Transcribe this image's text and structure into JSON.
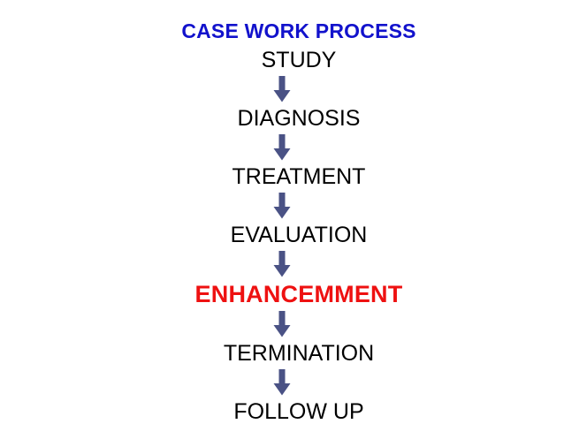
{
  "slide": {
    "title": "CASE WORK PROCESS",
    "background_color": "#ffffff",
    "title_color": "#1212cc",
    "text_color": "#000000",
    "highlight_color": "#ee1111",
    "arrow_color": "#4a5285"
  },
  "flow": {
    "arrow_icon_name": "down-arrow-icon",
    "steps": [
      {
        "label": "STUDY",
        "style": "normal"
      },
      {
        "label": "DIAGNOSIS",
        "style": "normal"
      },
      {
        "label": "TREATMENT",
        "style": "normal"
      },
      {
        "label": "EVALUATION",
        "style": "normal"
      },
      {
        "label": "ENHANCEMMENT",
        "style": "highlight"
      },
      {
        "label": "TERMINATION",
        "style": "normal"
      },
      {
        "label": "FOLLOW UP",
        "style": "normal"
      }
    ]
  }
}
